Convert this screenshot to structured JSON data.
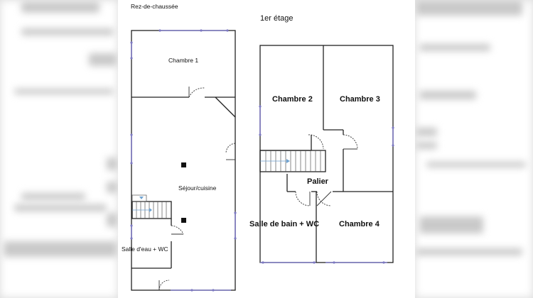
{
  "floors": {
    "ground": {
      "label": "Rez-de-chaussée"
    },
    "upper": {
      "label": "1er étage"
    }
  },
  "rooms": {
    "chambre_1": "Chambre 1",
    "sejour": "Séjour/cuisine",
    "salle_eau": "Salle d'eau + WC",
    "chambre_2": "Chambre 2",
    "chambre_3": "Chambre 3",
    "palier": "Palier",
    "salle_bain": "Salle de bain + WC",
    "chambre_4": "Chambre 4"
  },
  "colors": {
    "wall": "#222222",
    "window": "#7d79c2",
    "stairs": "#6fa3d1"
  }
}
